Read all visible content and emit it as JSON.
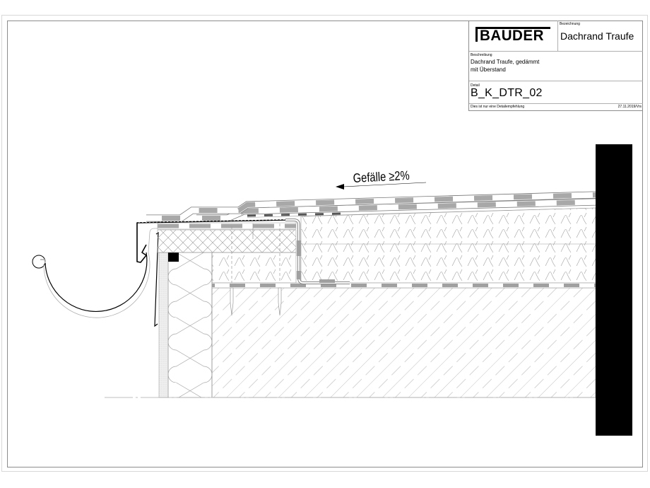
{
  "title_block": {
    "logo_text": "BAUDER",
    "bezeichnung_label": "Bezeichnung",
    "bezeichnung_value": "Dachrand Traufe",
    "beschreibung_label": "Beschreibung",
    "beschreibung_line1": "Dachrand Traufe, gedämmt",
    "beschreibung_line2": "mit Überstand",
    "detail_label": "Detail",
    "detail_value": "B_K_DTR_02",
    "disclaimer": "Dies ist nur eine Detailempfehlung",
    "date_author": "27.11.2019/Vrs"
  },
  "drawing": {
    "slope_annotation": "Gefälle ≥2%",
    "slope_arrow_icon": "arrow-left-icon",
    "components": [
      "half-round-gutter",
      "gutter-hanger",
      "drip-edge-flashing",
      "roof-membrane-cap-sheet",
      "roof-membrane-base-sheet",
      "timber-edge-beam",
      "eps-insulation",
      "metal-angle-profile",
      "vapor-barrier",
      "concrete-slab",
      "facade-mineral-wool-insulation",
      "fascia-board",
      "anchor-dowels",
      "adjacent-wall-section"
    ]
  },
  "colors": {
    "line": "#000000",
    "hatch": "#a0a0a0",
    "membrane_fill": "#a8a8a8",
    "frame": "#8c8c8c",
    "wall": "#000000"
  }
}
